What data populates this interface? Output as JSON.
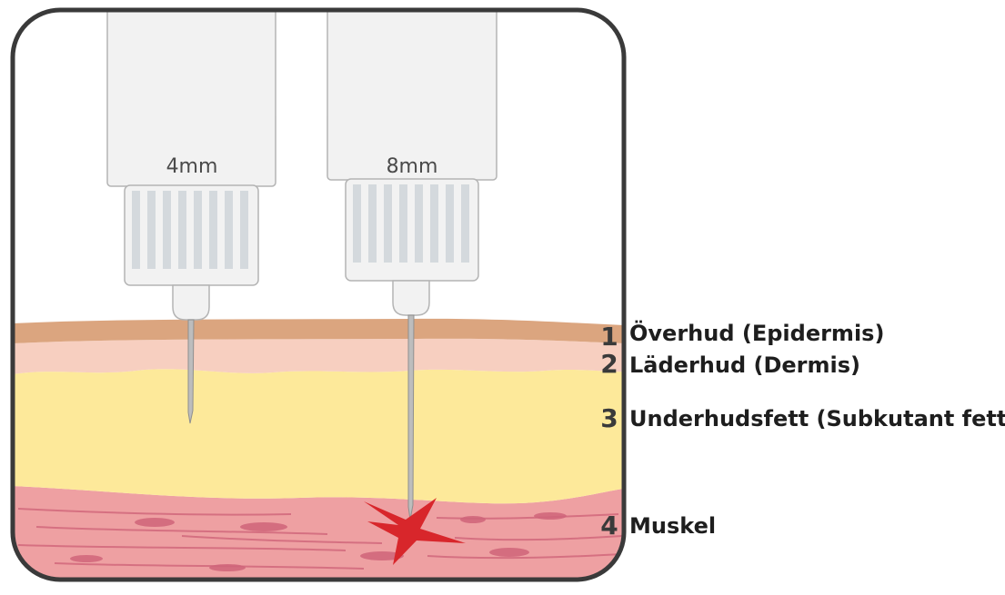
{
  "pens": [
    {
      "needle_label": "4mm"
    },
    {
      "needle_label": "8mm"
    }
  ],
  "layers": [
    {
      "number": "1",
      "name": "Överhud (Epidermis)"
    },
    {
      "number": "2",
      "name": "Läderhud (Dermis)"
    },
    {
      "number": "3",
      "name": "Underhudsfett (Subkutant fett)"
    },
    {
      "number": "4",
      "name": "Muskel"
    }
  ],
  "colors": {
    "frame": "#3a3a3a",
    "epidermis": "#dba57f",
    "dermis": "#f7cfc0",
    "subcutaneous_fat": "#fde99a",
    "muscle": "#eea0a2",
    "muscle_fiber": "#d0657a",
    "pen_body": "#f2f2f2",
    "pen_grip_ridges": "#d4d9dd",
    "needle": "#bdbdbd",
    "injury_mark": "#d8262b"
  }
}
